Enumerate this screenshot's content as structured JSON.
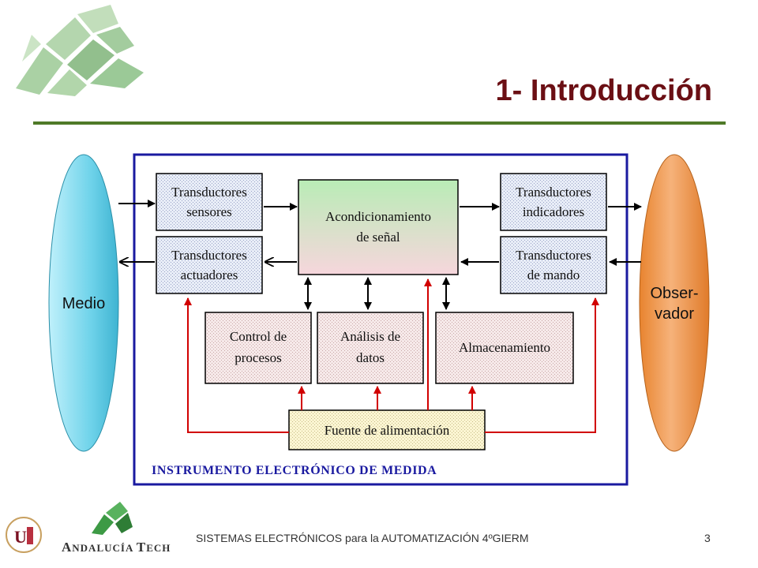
{
  "slide": {
    "title": "1- Introducción"
  },
  "diagram": {
    "left_oval": "Medio",
    "right_oval": [
      "Obser-",
      "vador"
    ],
    "boxes": {
      "transd_sensores": [
        "Transductores",
        "sensores"
      ],
      "transd_actuadores": [
        "Transductores",
        "actuadores"
      ],
      "acondicionamiento": [
        "Acondicionamiento",
        "de señal"
      ],
      "transd_indicadores": [
        "Transductores",
        "indicadores"
      ],
      "transd_mando": [
        "Transductores",
        "de mando"
      ],
      "control_procesos": [
        "Control de",
        "procesos"
      ],
      "analisis_datos": [
        "Análisis de",
        "datos"
      ],
      "almacenamiento": "Almacenamiento",
      "fuente": "Fuente de alimentación"
    },
    "frame_label": "INSTRUMENTO ELECTRÓNICO DE MEDIDA"
  },
  "footer": {
    "text": "SISTEMAS ELECTRÓNICOS para la AUTOMATIZACIÓN 4ºGIERM",
    "page": "3",
    "logo_text_parts": [
      "A",
      "NDALUCÍA ",
      "T",
      "ECH"
    ]
  },
  "colors": {
    "title": "#6b0f14",
    "rule": "#4f7a28",
    "frame": "#1a1aa0",
    "red_arrow": "#d10000",
    "left_oval": "#6fd3ea",
    "right_oval": "#f2a35a"
  }
}
